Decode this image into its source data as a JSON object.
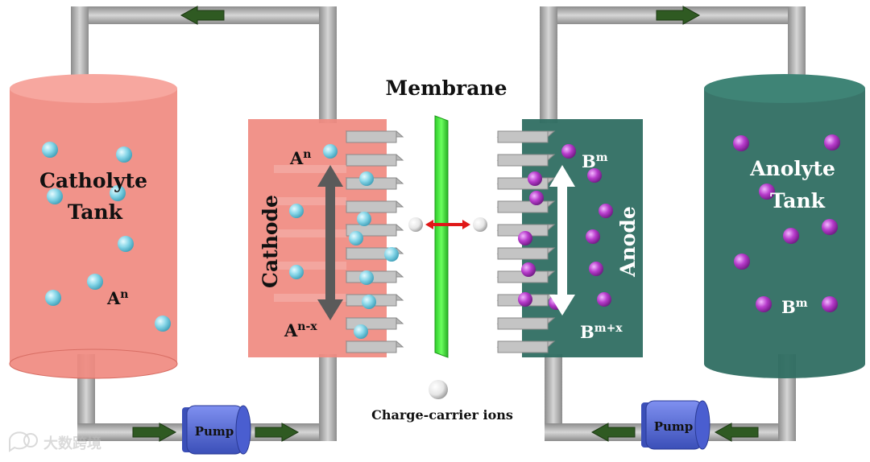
{
  "labels": {
    "membrane": "Membrane",
    "catholyte_tank_line1": "Catholyte",
    "catholyte_tank_line2": "Tank",
    "anolyte_tank_line1": "Anolyte",
    "anolyte_tank_line2": "Tank",
    "cathode": "Cathode",
    "anode": "Anode",
    "pump_left": "Pump",
    "pump_right": "Pump",
    "charge_carrier": "Charge-carrier ions",
    "cathode_top_base": "A",
    "cathode_top_sup": "n",
    "cathode_bottom_base": "A",
    "cathode_bottom_sup": "n-x",
    "anode_top_base": "B",
    "anode_top_sup": "m",
    "anode_bottom_base": "B",
    "anode_bottom_sup": "m+x",
    "catholyte_species_base": "A",
    "catholyte_species_sup": "n",
    "anolyte_species_base": "B",
    "anolyte_species_sup": "m"
  },
  "watermark": {
    "text": "大数跨境",
    "icon": "chat-bubble-logo-icon"
  },
  "colors": {
    "catholyte": "#f08a80",
    "anolyte": "#2f6e62",
    "membrane": "#3ee63a",
    "pipe": "#a9a9a9",
    "pump": "#5a6fd8",
    "cyan_ion": "#7fd3e6",
    "purple_ion": "#b238c4",
    "flow_arrow": "#2f5a22"
  }
}
